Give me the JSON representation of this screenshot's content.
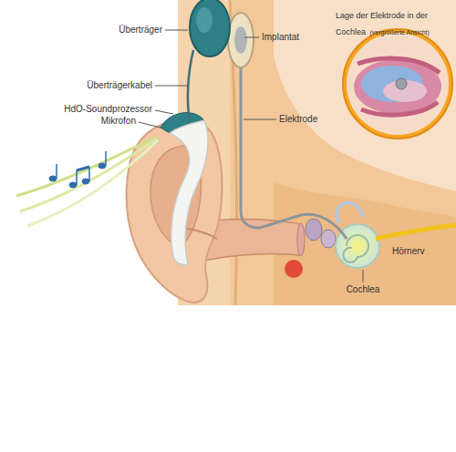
{
  "diagram": {
    "nodes": [
      {
        "text": [
          "Lage der Elektrode in der Cochlea",
          "(vergrößerte Ansicht)"
        ]
      }
    ],
    "labels": [
      "Überträger",
      "Implantat",
      "Überträgerkabel",
      "HdO-Soundprozessor",
      "Mikrofon",
      "Elektrode",
      "Hörnerv",
      "Cochlea"
    ]
  }
}
